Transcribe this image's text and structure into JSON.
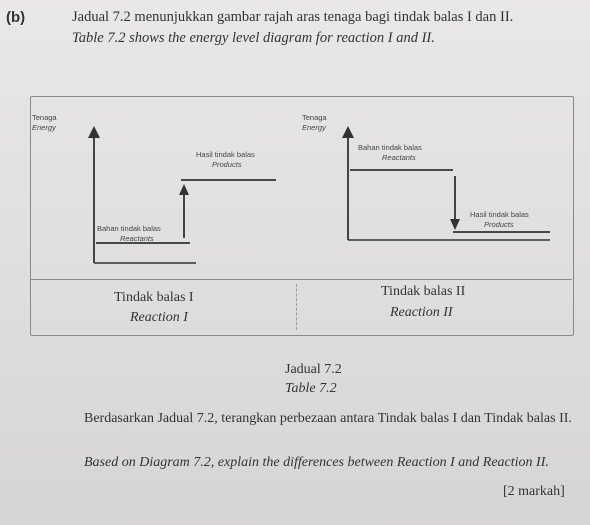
{
  "question": {
    "number": "(b)",
    "intro_ms": "Jadual 7.2 menunjukkan gambar rajah aras tenaga bagi tindak balas I dan II.",
    "intro_en": "Table 7.2 shows the energy level diagram for reaction I and II."
  },
  "diagram_1": {
    "axis_ms": "Tenaga",
    "axis_en": "Energy",
    "upper_ms": "Hasil tindak balas",
    "upper_en": "Products",
    "lower_ms": "Bahan tindak balas",
    "lower_en": "Reactants"
  },
  "diagram_2": {
    "axis_ms": "Tenaga",
    "axis_en": "Energy",
    "upper_ms": "Bahan tindak balas",
    "upper_en": "Reactants",
    "lower_ms": "Hasil tindak balas",
    "lower_en": "Products"
  },
  "table_row": {
    "reaction_1_ms": "Tindak balas I",
    "reaction_1_en": "Reaction I",
    "reaction_2_ms": "Tindak balas II",
    "reaction_2_en": "Reaction II"
  },
  "caption": {
    "ms": "Jadual 7.2",
    "en": "Table 7.2"
  },
  "task": {
    "ms": "Berdasarkan Jadual 7.2, terangkan perbezaan antara Tindak balas I dan Tindak balas II.",
    "en": "Based on Diagram 7.2, explain the differences between Reaction I and Reaction II.",
    "marks": "[2 markah]"
  }
}
